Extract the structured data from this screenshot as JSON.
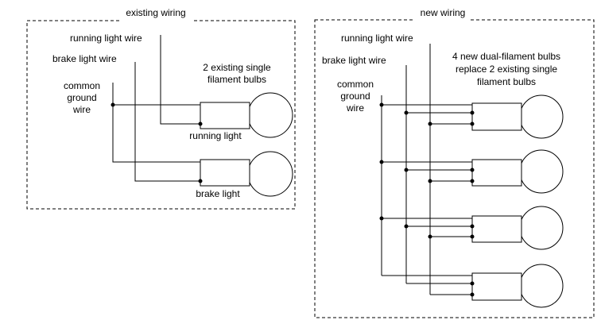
{
  "existing": {
    "title": "existing wiring",
    "running_wire": "running light wire",
    "brake_wire": "brake light wire",
    "ground_line1": "common",
    "ground_line2": "ground",
    "ground_line3": "wire",
    "note_line1": "2 existing single",
    "note_line2": "filament bulbs",
    "running_label": "running light",
    "brake_label": "brake light"
  },
  "new": {
    "title": "new wiring",
    "running_wire": "running light wire",
    "brake_wire": "brake light wire",
    "ground_line1": "common",
    "ground_line2": "ground",
    "ground_line3": "wire",
    "note_line1": "4 new dual-filament bulbs",
    "note_line2": "replace 2 existing single",
    "note_line3": "filament bulbs"
  }
}
